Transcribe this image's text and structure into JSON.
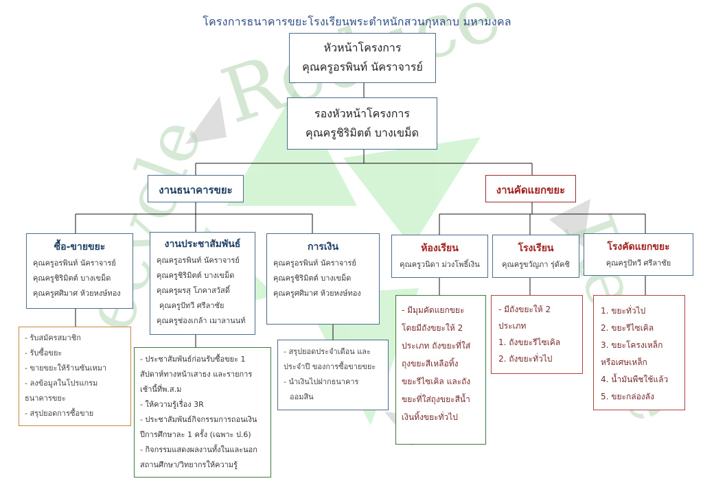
{
  "title": "โครงการธนาคารขยะโรงเรียนพระตำหนักสวนกุหลาบ  มหามงคล",
  "head": {
    "role": "หัวหน้าโครงการ",
    "name": "คุณครูอรพินท์  นัคราจารย์"
  },
  "deputy": {
    "role": "รองหัวหน้าโครงการ",
    "name": "คุณครูชิริมิตต์     บางเขม็ด"
  },
  "divisions": {
    "bank": "งานธนาคารขยะ",
    "sorting": "งานคัดแยกขยะ"
  },
  "units": {
    "trade": {
      "title": "ซื้อ-ขายขยะ",
      "members": [
        "คุณครูอรพินท์  นัคราจารย์",
        "คุณครูชิริมิตต์    บางเขม็ด",
        "คุณครูศศิมาศ  ห้วยหงษ์ทอง"
      ],
      "tasks": [
        "- รับสมัครสมาชิก",
        "- รับซื้อขยะ",
        "- ขายขยะให้ร้านซันเหมา",
        "- ลงข้อมูลในโปรแกรม",
        "ธนาคารขยะ",
        "- สรุปยอดการซื้อขาย"
      ]
    },
    "pr": {
      "title": "งานประชาสัมพันธ์",
      "members": [
        "คุณครูอรพินท์  นัคราจารย์",
        "คุณครูชิริมิตต์    บางเขม็ด",
        "คุณครูผรสุ โภคาสวัสดิ์",
        "คุณครูปัทวี ศรีลาชัย",
        "คุณครูช่องเกล้า เมาลานนท์"
      ],
      "tasks": [
        "- ประชาสัมพันธ์ก่อนรับซื้อขยะ 1",
        "สัปดาห์ทางหน้าเสาธง และรายการ",
        "เช้านี้ที่พ.ส.ม",
        "- ให้ความรู้เรื่อง 3R",
        "- ประชาสัมพันธ์กิจกรรมการถอนเงิน",
        "ปีการศึกษาละ 1 ครั้ง (เฉพาะ ป.6)",
        "- กิจกรรมแสดงผลงานทั้งในและนอก",
        "สถานศึกษา/วิทยากรให้ความรู้"
      ]
    },
    "finance": {
      "title": "การเงิน",
      "members": [
        "คุณครูอรพินท์  นัคราจารย์",
        "คุณครูชิริมิตต์    บางเขม็ด",
        "คุณครูศศิมาศ  ห้วยหงษ์ทอง"
      ],
      "tasks": [
        "- สรุปยอดประจำเดือน และ",
        "ประจำปี ของการซื้อขายขยะ",
        "- นำเงินไปฝากธนาคาร",
        "ออมสิน"
      ]
    },
    "classroom": {
      "title": "ห้องเรียน",
      "member": "คุณครูวนิดา ม่วงโพธิ์เงิน",
      "tasks": [
        "- มีมุมคัดแยกขยะ",
        "โดยมีถังขยะให้ 2",
        "ประเภท ถังขยะที่ใส่",
        "ถุงขยะสีเหลือทิ้ง",
        "ขยะรีไซเคิล และถัง",
        "ขยะที่ใส่ถุงขยะสีน้ำ",
        "เงินทิ้งขยะทั่วไป"
      ]
    },
    "school": {
      "title": "โรงเรียน",
      "member": "คุณครูขวัญภา รุ่ดัคชิ",
      "tasks": [
        "- มีถังขยะให้ 2",
        "ประเภท",
        "1. ถังขยะรีไซเคิล",
        "2. ถังขยะทั่วไป"
      ]
    },
    "sortplant": {
      "title": "โรงคัดแยกขยะ",
      "member": "คุณครูปัทวี ศรีลาชัย",
      "tasks": [
        "1. ขยะทั่วไป",
        "2. ขยะรีไซเคิล",
        "3. ขยะโครงเหล็ก",
        "หรือเศษเหล็ก",
        "4. น้ำมันพืชใช้แล้ว",
        "5. ขยะกล่องลัง"
      ]
    }
  },
  "watermark": {
    "word_top": "Reduce",
    "word_right": "Reuse",
    "word_left": "Recycle",
    "color": "#bcdcbc"
  }
}
